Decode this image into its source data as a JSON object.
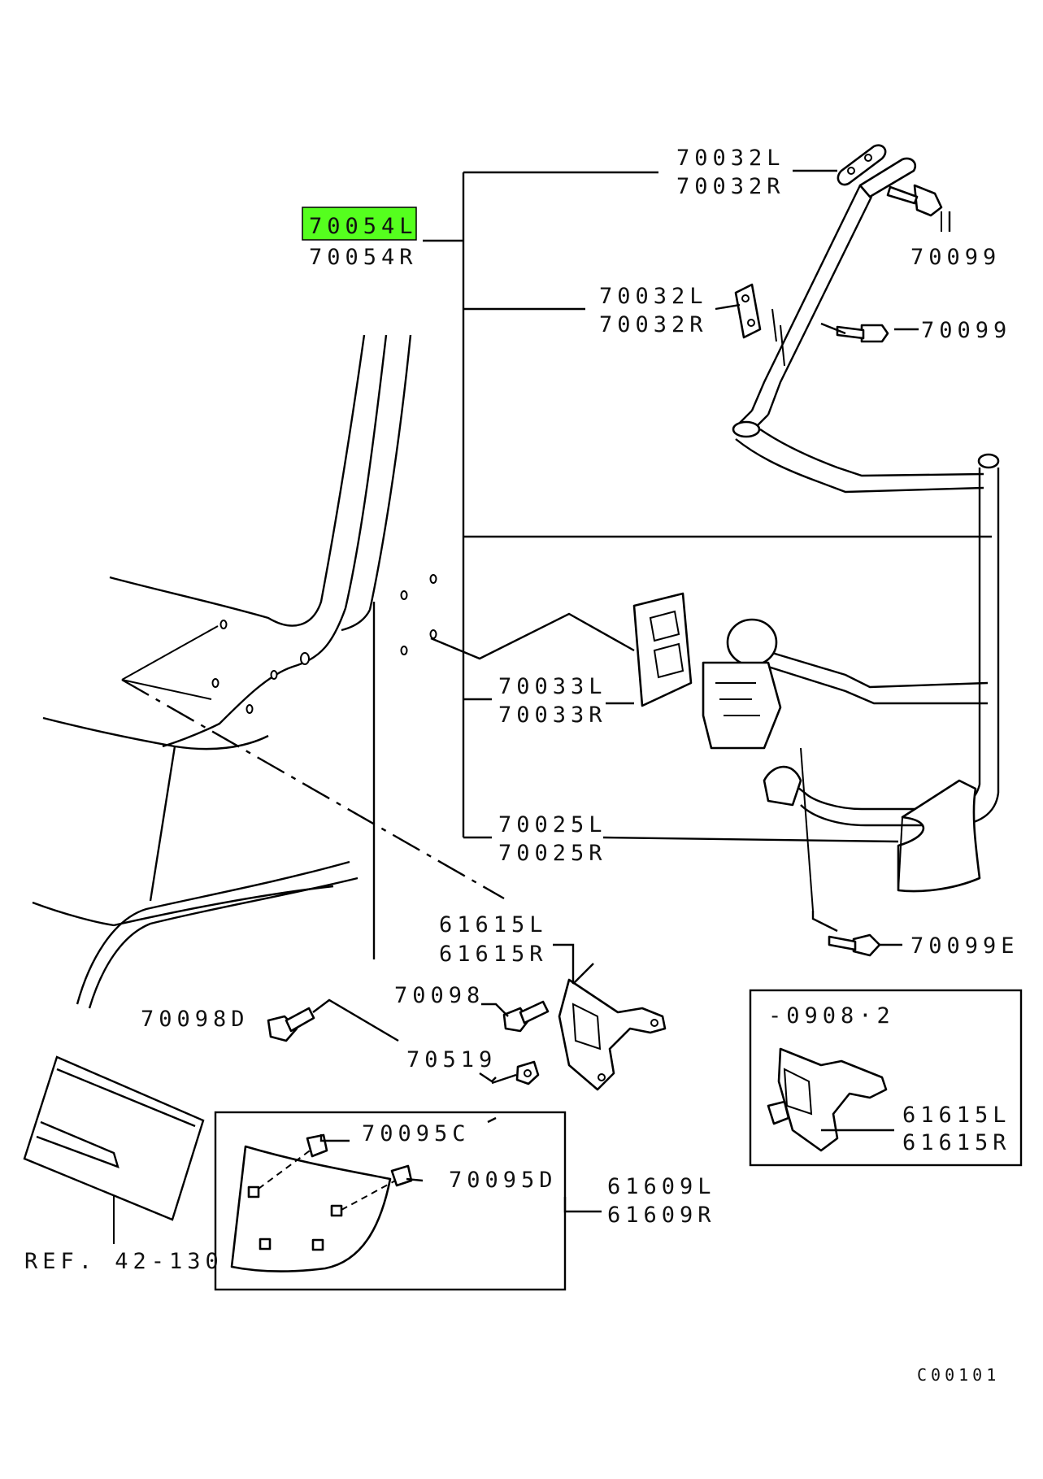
{
  "highlight_color": "#55ff1e",
  "labels": {
    "main_part_l": "70054L",
    "main_part_r": "70054R",
    "stay_upper_l": "70032L",
    "stay_upper_r": "70032R",
    "stay_mid_l": "70032L",
    "stay_mid_r": "70032R",
    "bolt_top": "70099",
    "bolt_mid": "70099",
    "plate_l": "70033L",
    "plate_r": "70033R",
    "cover_l": "70025L",
    "cover_r": "70025R",
    "bolt_lower": "70099E",
    "bracket_l": "61615L",
    "bracket_r": "61615R",
    "bolt_70098": "70098",
    "bolt_70098d": "70098D",
    "nut_70519": "70519",
    "clip_c": "70095C",
    "clip_d": "70095D",
    "panel_l": "61609L",
    "panel_r": "61609R",
    "ref": "REF. 42-130",
    "inset_date": "-0908·2",
    "inset_bracket_l": "61615L",
    "inset_bracket_r": "61615R",
    "diagram_code": "C00101"
  }
}
